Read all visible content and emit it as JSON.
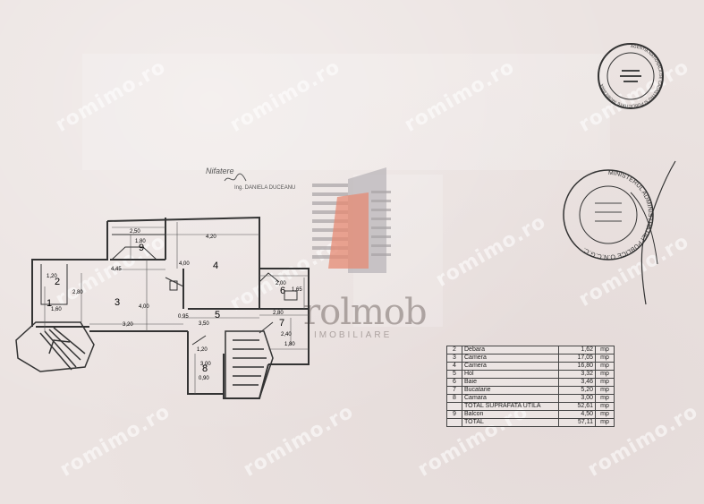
{
  "watermark": {
    "text": "romimo.ro"
  },
  "brand": {
    "name": "rolmob",
    "subtitle": "IMOBILIARE"
  },
  "annotation": {
    "handwritten": "Nifatere",
    "signature_name": "Ing. DANIELA DUCEANU"
  },
  "plan": {
    "rooms": [
      "1",
      "2",
      "3",
      "4",
      "5",
      "6",
      "7",
      "8",
      "9"
    ],
    "dimensions": [
      "2,50",
      "1,80",
      "4,20",
      "4,45",
      "4,00",
      "4,00",
      "1,20",
      "2,80",
      "1,60",
      "3,20",
      "0,95",
      "3,50",
      "2,80",
      "2,00",
      "1,65",
      "2,40",
      "1,20",
      "1,80",
      "3,00",
      "0,90"
    ]
  },
  "surface_table": {
    "rows": [
      {
        "nr": "2",
        "name": "Debara",
        "value": "1,62",
        "unit": "mp"
      },
      {
        "nr": "3",
        "name": "Camera",
        "value": "17,05",
        "unit": "mp"
      },
      {
        "nr": "4",
        "name": "Camera",
        "value": "16,80",
        "unit": "mp"
      },
      {
        "nr": "5",
        "name": "Hol",
        "value": "3,32",
        "unit": "mp"
      },
      {
        "nr": "6",
        "name": "Baie",
        "value": "3,46",
        "unit": "mp"
      },
      {
        "nr": "7",
        "name": "Bucatarie",
        "value": "5,20",
        "unit": "mp"
      },
      {
        "nr": "8",
        "name": "Camara",
        "value": "3,00",
        "unit": "mp"
      },
      {
        "nr": "",
        "name": "TOTAL SUPRAFATA UTILA",
        "value": "52,61",
        "unit": "mp"
      },
      {
        "nr": "9",
        "name": "Balcon",
        "value": "4,50",
        "unit": "mp"
      },
      {
        "nr": "",
        "name": "TOTAL",
        "value": "57,11",
        "unit": "mp"
      }
    ]
  },
  "stamps": {
    "top_right": "AGENTIA NATIONALA DE CADASTRU SI PUBLICITATE IMOBILIARA",
    "round": "MINISTERUL ADMINISTRATIEI PUBLICE O.N.C.G.C."
  },
  "colors": {
    "paper": "#ebe3e1",
    "ink": "#333333",
    "logo_accent": "#e58a73"
  }
}
